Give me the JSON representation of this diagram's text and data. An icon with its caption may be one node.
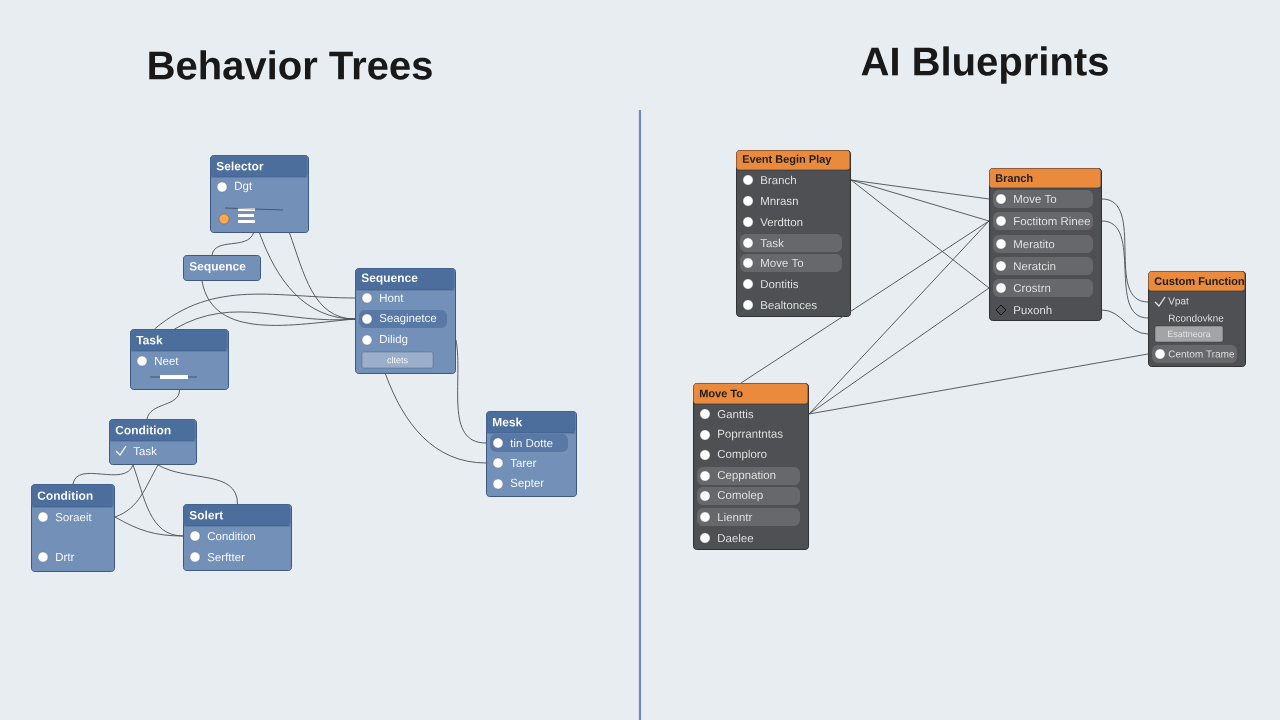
{
  "diagram": {
    "nodes": [
      {
        "text": [
          "Selector",
          "Dgt"
        ]
      },
      {
        "text": [
          "Sequence"
        ]
      },
      {
        "text": [
          "Sequence",
          "Hont",
          "Seaginetce",
          "Dilidg",
          "cltets"
        ]
      },
      {
        "text": [
          "Task",
          "Neet"
        ]
      },
      {
        "text": [
          "Mesk",
          "tin Dotte",
          "Tarer",
          "Septer"
        ]
      },
      {
        "text": [
          "Condition",
          "Task"
        ]
      },
      {
        "text": [
          "Condition",
          "Soraeit",
          "Drtr"
        ]
      },
      {
        "text": [
          "Solert",
          "Condition",
          "Serftter"
        ]
      },
      {
        "text": [
          "Event Begin Play",
          "Branch",
          "Mnrasn",
          "Verdtton",
          "Task",
          "Move To",
          "Dontitis",
          "Bealtonces"
        ]
      },
      {
        "text": [
          "Branch",
          "Move To",
          "Foctitom Rinee",
          "Meratito",
          "Neratcin",
          "Crostrn",
          "Puxonh"
        ]
      },
      {
        "text": [
          "Custom Function",
          "Vpat",
          "Rcondovkne",
          "Esattneora",
          "Centom Trame"
        ]
      },
      {
        "text": [
          "Move To",
          "Ganttis",
          "Poprrantntas",
          "Comploro",
          "Ceppnation",
          "Comolep",
          "Lienntr",
          "Daelee"
        ]
      }
    ],
    "edges": [
      {
        "from": 0,
        "to": 1,
        "arrow": "none"
      },
      {
        "from": 0,
        "to": 2,
        "arrow": "none"
      },
      {
        "from": 0,
        "to": 2,
        "arrow": "none"
      },
      {
        "from": 1,
        "to": 2,
        "arrow": "none"
      },
      {
        "from": 3,
        "to": 2,
        "arrow": "none"
      },
      {
        "from": 3,
        "to": 2,
        "arrow": "none"
      },
      {
        "from": 3,
        "to": 5,
        "arrow": "none"
      },
      {
        "from": 2,
        "to": 4,
        "arrow": "none"
      },
      {
        "from": 2,
        "to": 4,
        "arrow": "none"
      },
      {
        "from": 5,
        "to": 6,
        "arrow": "none"
      },
      {
        "from": 5,
        "to": 7,
        "arrow": "none"
      },
      {
        "from": 5,
        "to": 7,
        "arrow": "none"
      },
      {
        "from": 6,
        "to": 7,
        "arrow": "none"
      },
      {
        "from": 5,
        "to": 6,
        "arrow": "none"
      },
      {
        "from": 8,
        "to": 9,
        "arrow": "none"
      },
      {
        "from": 8,
        "to": 9,
        "arrow": "none"
      },
      {
        "from": 8,
        "to": 9,
        "arrow": "none"
      },
      {
        "from": 11,
        "to": 9,
        "arrow": "none"
      },
      {
        "from": 11,
        "to": 9,
        "arrow": "none"
      },
      {
        "from": 11,
        "to": 9,
        "arrow": "none"
      },
      {
        "from": 11,
        "to": 10,
        "arrow": "none"
      },
      {
        "from": 9,
        "to": 10,
        "arrow": "none"
      },
      {
        "from": 9,
        "to": 10,
        "arrow": "none"
      },
      {
        "from": 9,
        "to": 10,
        "arrow": "none"
      }
    ],
    "labels": [
      "Behavior Trees",
      "AI Blueprints"
    ]
  }
}
